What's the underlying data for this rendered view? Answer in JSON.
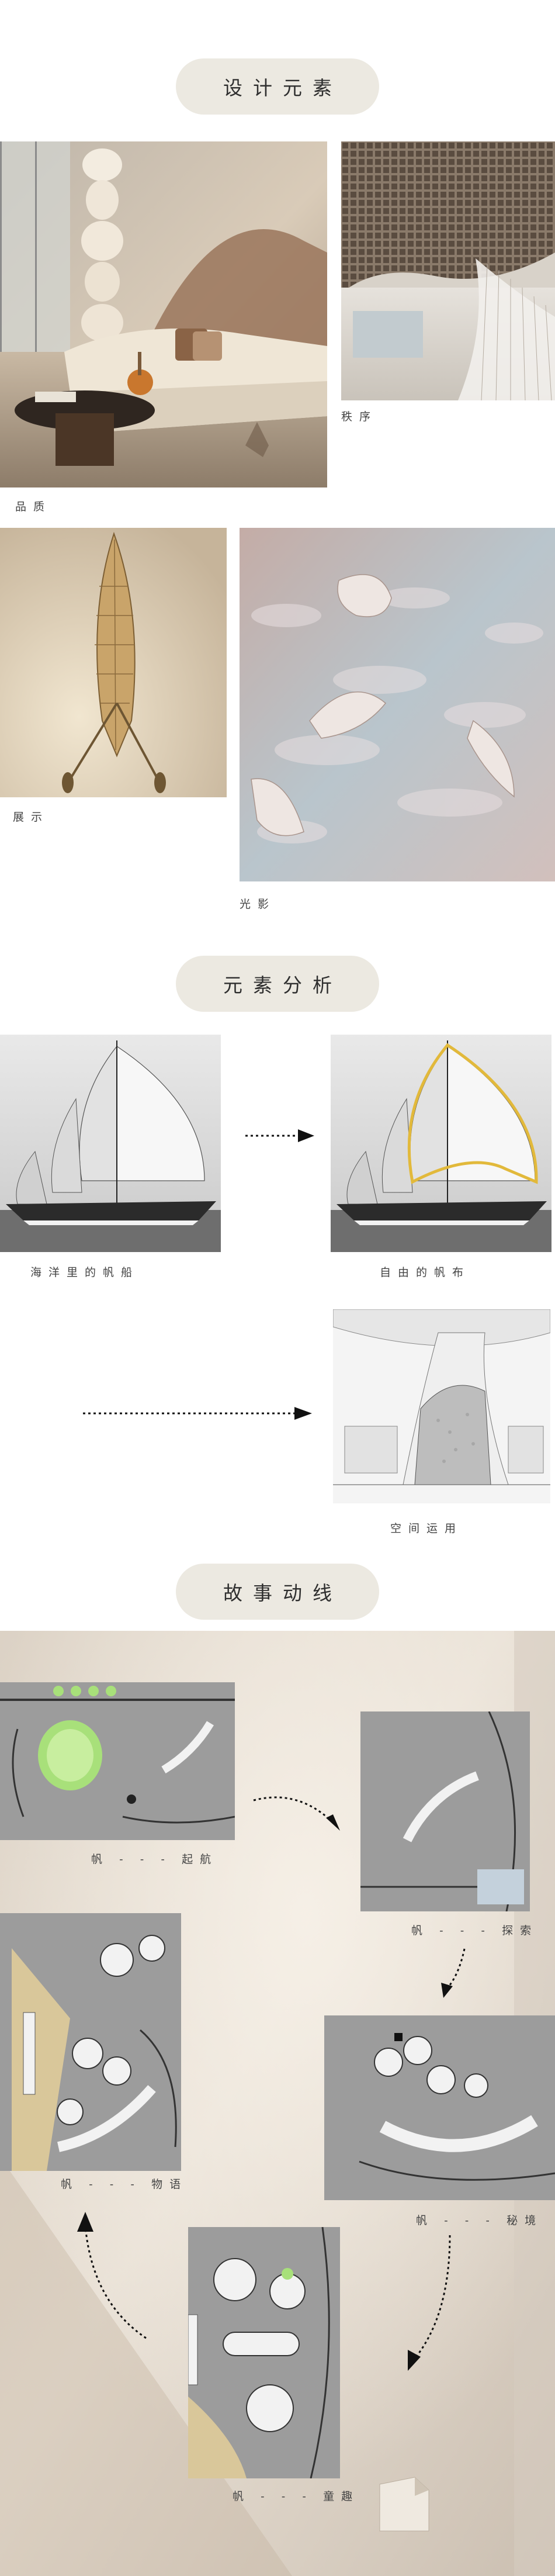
{
  "sections": {
    "design_elements": "设计元素",
    "element_analysis": "元素分析",
    "story_route": "故事动线"
  },
  "captions": {
    "quality": "品质",
    "order": "秩序",
    "display": "展示",
    "light_shadow": "光影",
    "ocean_sailboat": "海洋里的帆船",
    "free_sail": "自由的帆布",
    "space_use": "空间运用"
  },
  "plan_labels": {
    "set_sail": "帆 - - - 起航",
    "explore": "帆 - - - 探索",
    "secret_realm": "帆 - - - 秘境",
    "story": "帆 - - - 物语",
    "childhood": "帆 - - - 童趣"
  },
  "colors": {
    "pill_bg": "#ece9e1",
    "sail_highlight": "#e2b93b",
    "plan_floor": "#9c9c9c",
    "plan_accent": "#d9c79a",
    "lamp_green": "#a8e07a"
  }
}
